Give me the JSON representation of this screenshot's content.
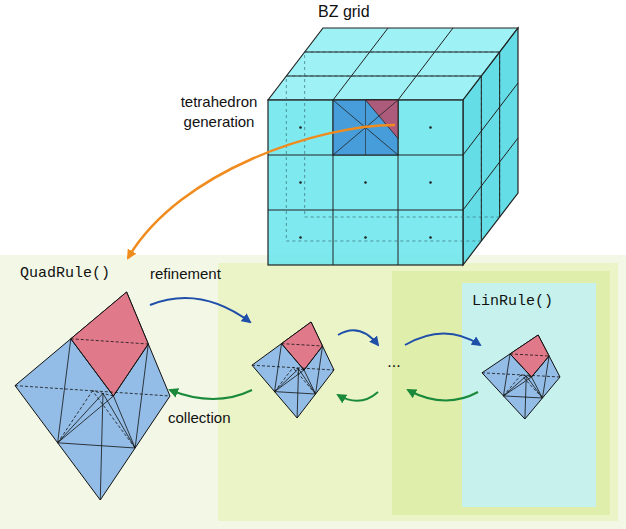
{
  "diagram": {
    "nodes": [
      {
        "text": [
          "QuadRule()"
        ]
      },
      {
        "text": [
          "LinRule()"
        ],
        "in": 0
      }
    ],
    "labels": [
      "BZ grid",
      "tetrahedron generation",
      "refinement",
      "collection",
      "..."
    ]
  }
}
